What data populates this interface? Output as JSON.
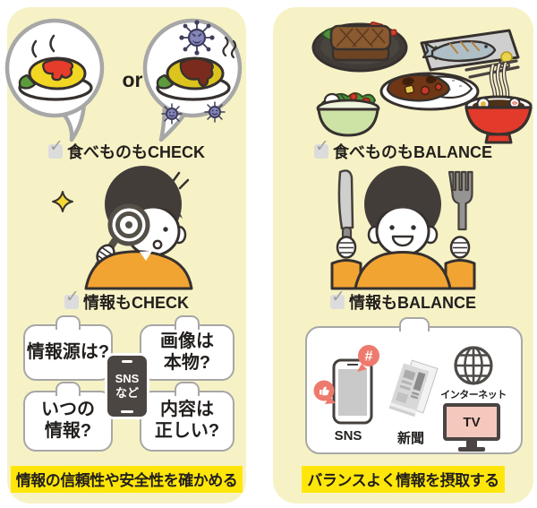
{
  "colors": {
    "panel_bg": "#f6f2c6",
    "highlight_yellow": "#ffe60a",
    "bubble_border_gray": "#a7a7a7",
    "accent_orange": "#f2a433",
    "coral_red": "#ed7a6d",
    "phone_dark": "#4b4642",
    "tv_screen_pink": "#f5c8be",
    "ink_outline": "#36312e"
  },
  "icons": {
    "checkbox_tick": "✓"
  },
  "left_panel": {
    "or_label": "or",
    "food_check_label": "食べものもCHECK",
    "info_check_label": "情報もCHECK",
    "question_bubbles": [
      {
        "line1": "情報源は?",
        "line2": ""
      },
      {
        "line1": "画像は",
        "line2": "本物?"
      },
      {
        "line1": "いつの",
        "line2": "情報?"
      },
      {
        "line1": "内容は",
        "line2": "正しい?"
      }
    ],
    "phone_label_line1": "SNS",
    "phone_label_line2": "など",
    "footer": "情報の信頼性や安全性を確かめる"
  },
  "right_panel": {
    "food_check_label": "食べものもBALANCE",
    "info_check_label": "情報もBALANCE",
    "hashtag_symbol": "#",
    "sns_label": "SNS",
    "newspaper_label": "新聞",
    "internet_label": "インターネット",
    "tv_label": "TV",
    "footer": "バランスよく情報を摂取する"
  }
}
